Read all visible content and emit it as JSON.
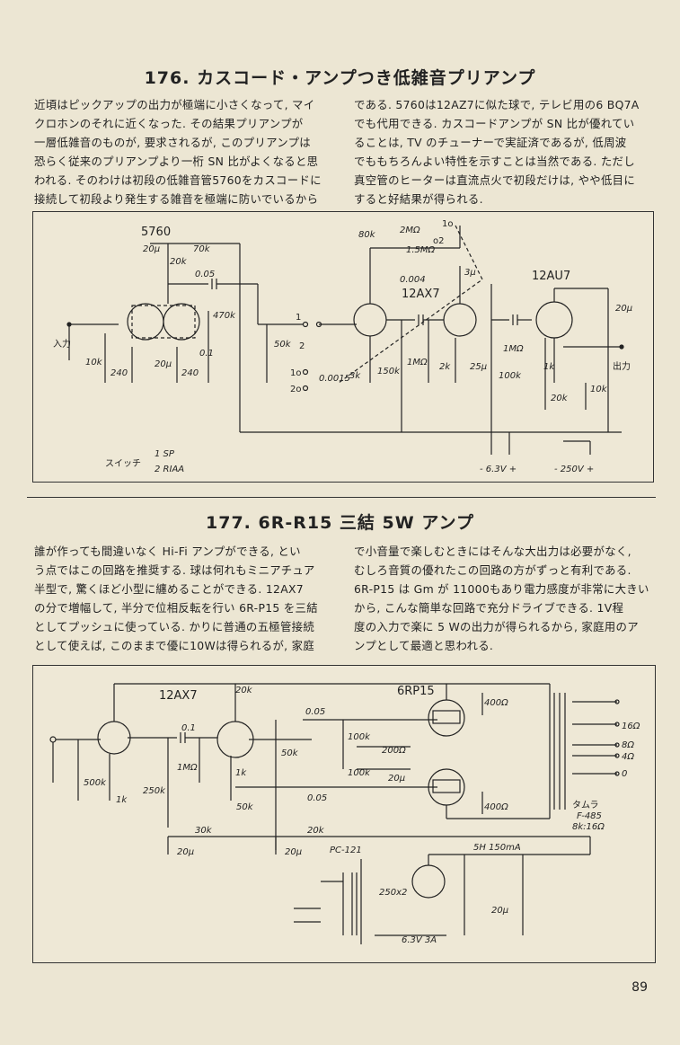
{
  "section176": {
    "title": "176. カスコード・アンプつき低雑音プリアンプ",
    "col1": [
      "近頃はピックアップの出力が極端に小さくなって, マイ",
      "クロホンのそれに近くなった. その結果プリアンプが",
      "一層低雑音のものが, 要求されるが, このプリアンプは",
      "恐らく従来のプリアンプより一桁 SN 比がよくなると思",
      "われる. そのわけは初段の低雑音管5760をカスコードに",
      "接続して初段より発生する雑音を極端に防いでいるから"
    ],
    "col2": [
      "である. 5760は12AZ7に似た球で, テレビ用の6 BQ7A",
      "でも代用できる. カスコードアンプが SN 比が優れてい",
      "ることは, TV のチューナーで実証済であるが, 低周波",
      "でももちろんよい特性を示すことは当然である. ただし",
      "真空管のヒーターは直流点火で初段だけは, やや低目に",
      "すると好結果が得られる."
    ],
    "diagram": {
      "tubes": [
        "5760",
        "12AX7",
        "12AU7"
      ],
      "labels": [
        "20μ",
        "20k",
        "70k",
        "0.05",
        "470k",
        "0.1",
        "入力",
        "10k",
        "240",
        "20μ",
        "240",
        "80k",
        "2MΩ",
        "1.5MΩ",
        "0.004",
        "3μ",
        "50k",
        "1",
        "2",
        "0.0015",
        "3k",
        "150k",
        "1MΩ",
        "2k",
        "25μ",
        "100k",
        "1MΩ",
        "1k",
        "20k",
        "10k",
        "20μ",
        "出力",
        "1o",
        "o2",
        "1o",
        "2o"
      ],
      "switch_label": "スイッチ",
      "switch_opts": [
        "1 SP",
        "2 RIAA"
      ],
      "supply1": "- 6.3V +",
      "supply2": "- 250V +"
    }
  },
  "section177": {
    "title": "177. 6R-R15 三結 5W アンプ",
    "col1": [
      "誰が作っても間違いなく Hi-Fi アンプができる, とい",
      "う点ではこの回路を推奨する. 球は何れもミニアチュア",
      "半型で, 驚くほど小型に纏めることができる. 12AX7",
      "の分で増幅して, 半分で位相反転を行い 6R-P15 を三結",
      "としてプッシュに使っている. かりに普通の五極管接続",
      "として使えば, このままで優に10Wは得られるが, 家庭"
    ],
    "col2": [
      "で小音量で楽しむときにはそんな大出力は必要がなく,",
      "むしろ音質の優れたこの回路の方がずっと有利である.",
      "6R-P15 は Gm が 11000もあり電力感度が非常に大きい",
      "から, こんな簡単な回路で充分ドライブできる. 1V程",
      "度の入力で楽に 5 Wの出力が得られるから, 家庭用のア",
      "ンプとして最適と思われる."
    ],
    "diagram": {
      "tubes": [
        "12AX7",
        "6RP15"
      ],
      "labels": [
        "20k",
        "0.1",
        "0.05",
        "400Ω",
        "100k",
        "200Ω",
        "50k",
        "1MΩ",
        "1k",
        "100k",
        "20μ",
        "500k",
        "1k",
        "250k",
        "50k",
        "0.05",
        "400Ω",
        "30k",
        "20k",
        "20μ",
        "20μ",
        "16Ω",
        "8Ω",
        "4Ω",
        "0",
        "タムラ",
        "F-485",
        "8k:16Ω",
        "PC-121",
        "5H 150mA",
        "250x2",
        "20μ",
        "6.3V 3A"
      ]
    }
  },
  "page_number": "89"
}
